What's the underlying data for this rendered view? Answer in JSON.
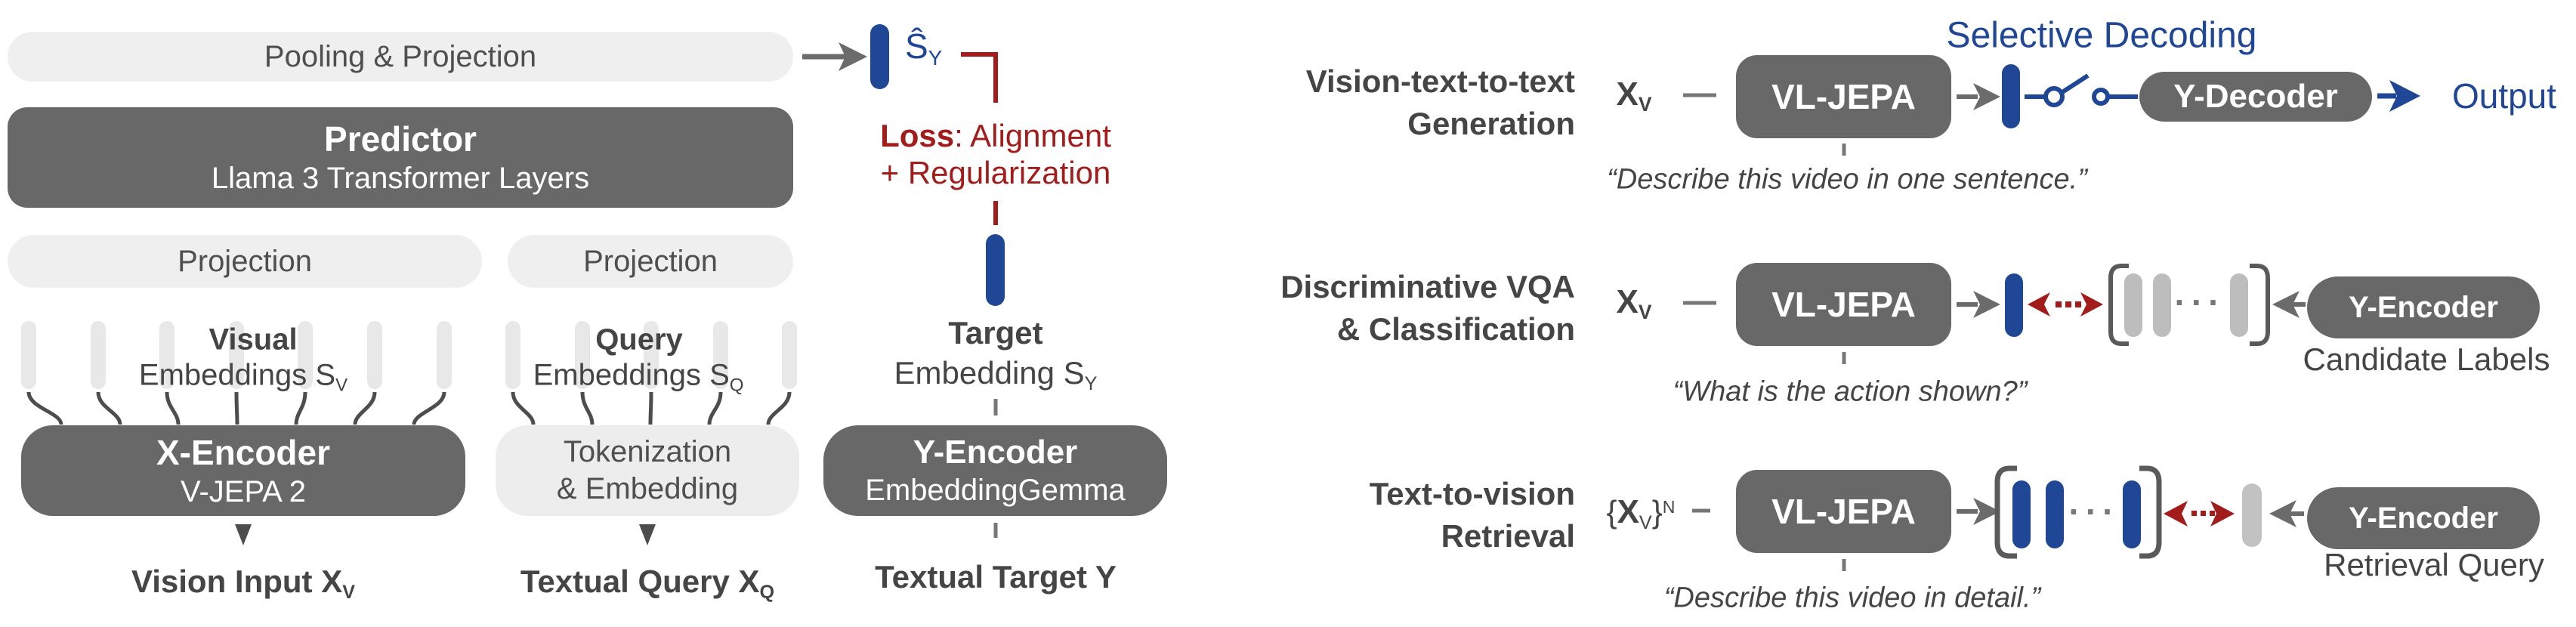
{
  "palette": {
    "blue": "#1F4795",
    "dark_red": "#A21C1C",
    "box_gray": "#686868",
    "light_gray": "#EFEFEF",
    "token_gray": "#E8E8E8",
    "candidate_gray": "#BDBDBD",
    "text_dark": "#454545",
    "arrow_gray": "#6B6B6B"
  },
  "left": {
    "pooling": "Pooling & Projection",
    "predictor": {
      "title": "Predictor",
      "subtitle": "Llama 3 Transformer Layers"
    },
    "projection_left": "Projection",
    "projection_right": "Projection",
    "visual": {
      "bold": "Visual",
      "rest": "Embeddings S",
      "sub": "V"
    },
    "query": {
      "bold": "Query",
      "rest": "Embeddings S",
      "sub": "Q"
    },
    "x_encoder": {
      "title": "X-Encoder",
      "subtitle": "V-JEPA 2"
    },
    "tokenization": {
      "line1": "Tokenization",
      "line2": "& Embedding"
    },
    "vision_input": {
      "text": "Vision Input X",
      "sub": "V"
    },
    "textual_query": {
      "text": "Textual Query X",
      "sub": "Q"
    }
  },
  "center": {
    "s_hat": {
      "text": "Ŝ",
      "sub": "Y"
    },
    "loss": {
      "bold": "Loss",
      "line1_rest": ": Alignment",
      "line2": "+ Regularization"
    },
    "target": {
      "bold": "Target",
      "rest": "Embedding S",
      "sub": "Y"
    },
    "y_encoder": {
      "title": "Y-Encoder",
      "subtitle": "EmbeddingGemma"
    },
    "textual_target": "Textual Target Y"
  },
  "right": {
    "selective_decoding": "Selective Decoding",
    "ellipsis": "···",
    "rows": [
      {
        "label1": "Vision-text-to-text",
        "label2": "Generation",
        "input": "X",
        "input_sub": "V",
        "model": "VL-JEPA",
        "decoder": "Y-Decoder",
        "output": "Output",
        "quote": "“Describe this video in one sentence.”"
      },
      {
        "label1": "Discriminative VQA",
        "label2": "& Classification",
        "input": "X",
        "input_sub": "V",
        "model": "VL-JEPA",
        "encoder": "Y-Encoder",
        "caption": "Candidate Labels",
        "quote": "“What is the action shown?”"
      },
      {
        "label1": "Text-to-vision",
        "label2": "Retrieval",
        "input_brace_l": "{",
        "input": "X",
        "input_sub": "V",
        "input_brace_r": "}",
        "input_sup": "N",
        "model": "VL-JEPA",
        "encoder": "Y-Encoder",
        "caption": "Retrieval Query",
        "quote": "“Describe this video in detail.”"
      }
    ]
  }
}
